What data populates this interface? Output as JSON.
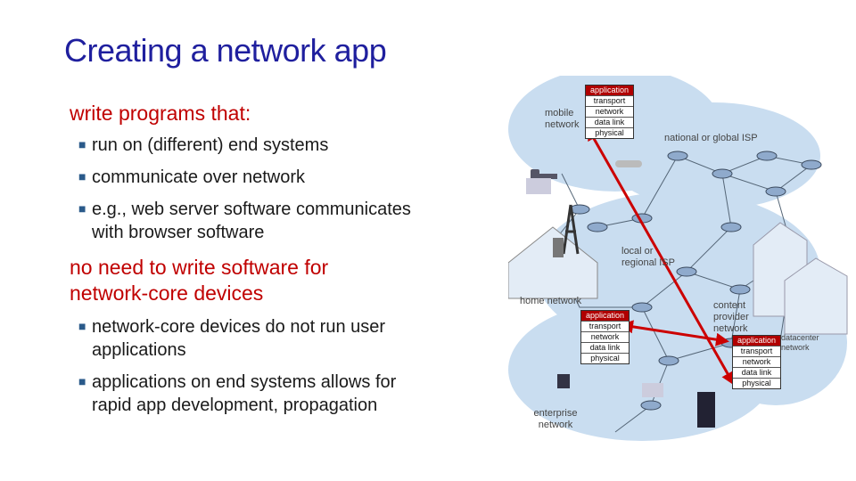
{
  "title": "Creating a network app",
  "left": {
    "heading1": "write programs that:",
    "bullets1": [
      "run on (different) end systems",
      "communicate over network",
      "e.g., web server software communicates with browser software"
    ],
    "heading2": "no need to write software for network-core devices",
    "bullets2": [
      "network-core devices do not run user applications",
      "applications on end systems  allows for rapid app development, propagation"
    ]
  },
  "diagram": {
    "labels": {
      "mobile": "mobile network",
      "national": "national or global ISP",
      "local": "local or regional ISP",
      "home": "home network",
      "content": "content provider network",
      "datacenter": "datacenter network",
      "enterprise": "enterprise network"
    },
    "stack_layers": [
      "application",
      "transport",
      "network",
      "data link",
      "physical"
    ],
    "colors": {
      "arrow": "#cc0000",
      "app_layer": "#b00000",
      "cloud": "#c9ddf0",
      "title": "#1f1f9e",
      "heading": "#c00000"
    }
  }
}
